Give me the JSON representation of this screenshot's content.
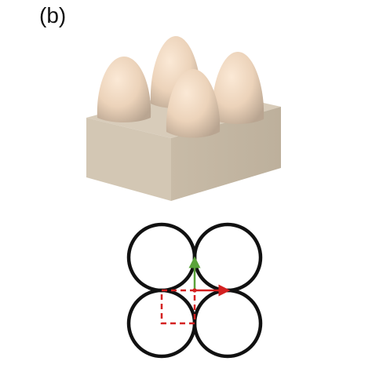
{
  "figure": {
    "panel_label": "(b)"
  },
  "colors": {
    "base_top": "#d6cab8",
    "base_left": "#d1c5b2",
    "base_right": "#c3b6a2",
    "cone_light": "#f7e3cf",
    "cone_mid": "#e8cfb6",
    "cone_dark": "#b7a38f",
    "circle_stroke": "#111111",
    "green_arrow": "#5aa33a",
    "red_arrow": "#d42020",
    "red_dash": "#d42020"
  },
  "lattice": {
    "arrangement": "square",
    "circle_count": 4,
    "vectors": [
      {
        "name": "green",
        "direction": "up"
      },
      {
        "name": "red",
        "direction": "right"
      }
    ],
    "unit_cell": "dashed-square"
  }
}
